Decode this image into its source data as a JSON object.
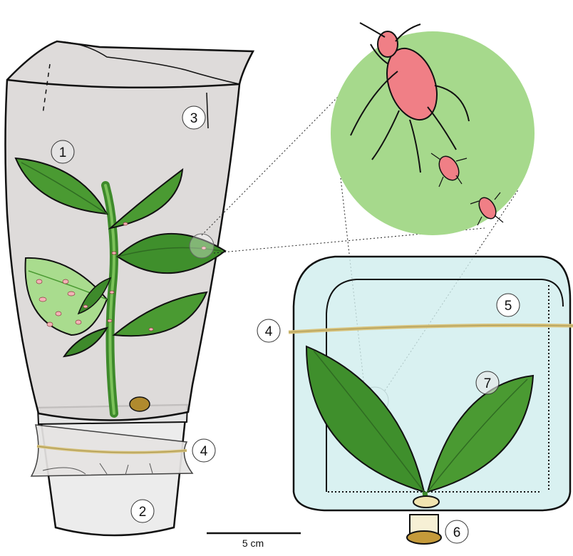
{
  "callouts": {
    "c1": "1",
    "c2": "2",
    "c3": "3",
    "c4_left": "4",
    "c4_right": "4",
    "c5": "5",
    "c6": "6",
    "c7": "7"
  },
  "scale_bar": {
    "label": "5 cm"
  },
  "colors": {
    "cage_mesh": "#dcd9d8",
    "leaf_dark": "#2f6b22",
    "leaf_mid": "#4a9a32",
    "leaf_light": "#7cc25a",
    "aphid_pink": "#f07f86",
    "zoom_circle": "#a6d98c",
    "plastic_box": "#cfeeed",
    "rubber_band": "#d7c27b",
    "outline": "#111111"
  }
}
